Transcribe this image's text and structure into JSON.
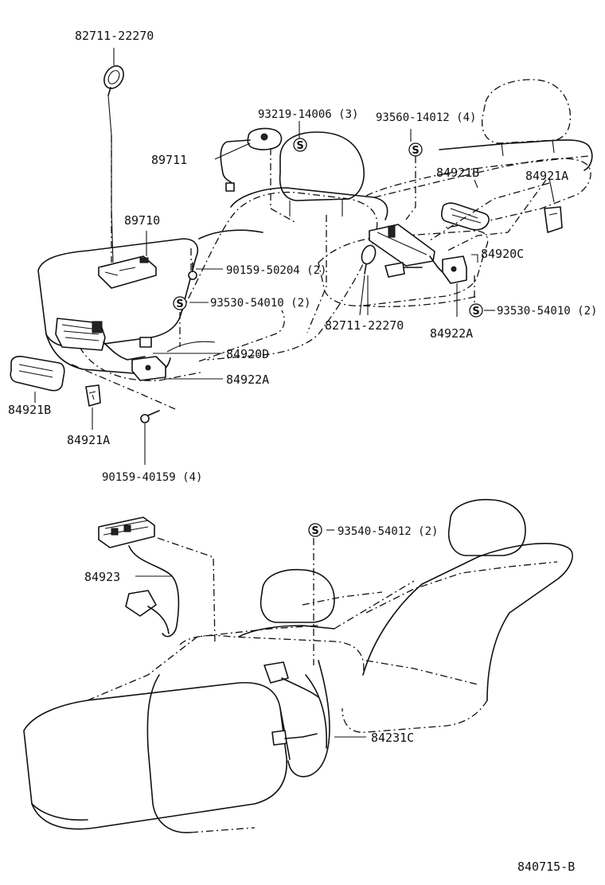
{
  "diagram": {
    "drawing_code": "840715-B",
    "symbol_letter": "S",
    "callouts": {
      "p82711_top": "82711-22270",
      "p93219": "93219-14006 (3)",
      "p93560": "93560-14012 (4)",
      "p89711": "89711",
      "p84921B_right": "84921B",
      "p84921A_right": "84921A",
      "p89710": "89710",
      "p84920C": "84920C",
      "p90159_50204": "90159-50204 (2)",
      "p93530_left": "93530-54010 (2)",
      "p93530_right": "93530-54010 (2)",
      "p82711_mid": "82711-22270",
      "p84922A_right": "84922A",
      "p84920D": "84920D",
      "p84922A_left": "84922A",
      "p84921B_left": "84921B",
      "p84921A_left": "84921A",
      "p90159_40159": "90159-40159 (4)",
      "p93540": "93540-54012 (2)",
      "p84923": "84923",
      "p84231C": "84231C"
    }
  }
}
